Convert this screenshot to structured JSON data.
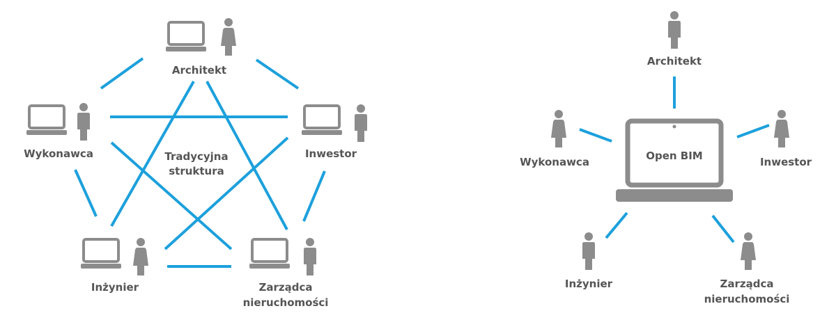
{
  "left_diagram": {
    "center_label_line1": "Tradycyjna",
    "center_label_line2": "struktura",
    "nodes": {
      "architekt": "Architekt",
      "wykonawca": "Wykonawca",
      "inwestor": "Inwestor",
      "inzynier": "Inżynier",
      "zarzadca_line1": "Zarządca",
      "zarzadca_line2": "nieruchomości"
    }
  },
  "right_diagram": {
    "hub_label": "Open BIM",
    "nodes": {
      "architekt": "Architekt",
      "wykonawca": "Wykonawca",
      "inwestor": "Inwestor",
      "inzynier": "Inżynier",
      "zarzadca_line1": "Zarządca",
      "zarzadca_line2": "nieruchomości"
    }
  },
  "colors": {
    "connector": "#1ca0dc",
    "icon": "#8c8c8c",
    "text": "#555555"
  }
}
